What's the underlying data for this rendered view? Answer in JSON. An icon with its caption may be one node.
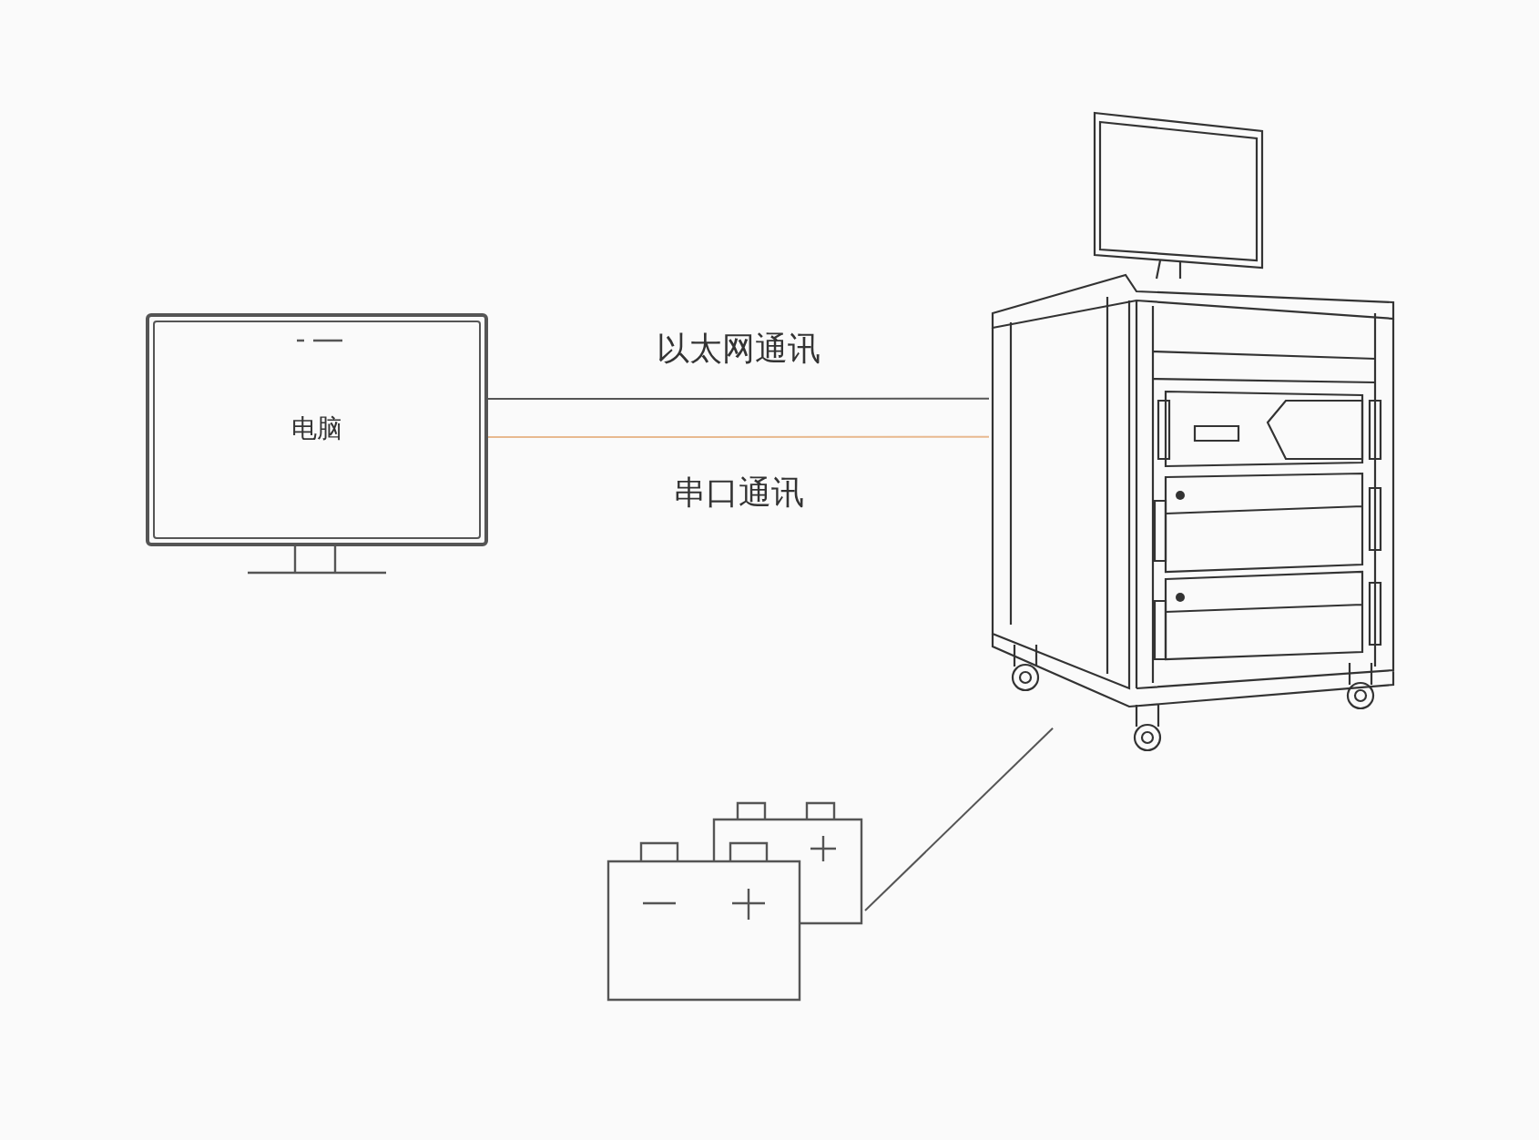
{
  "diagram": {
    "nodes": [
      {
        "text": [
          "电脑"
        ]
      },
      {
        "text": [],
        "shape": "picture"
      },
      {
        "text": [],
        "shape": "picture"
      }
    ],
    "edges": [
      {
        "from": 0,
        "to": 1,
        "arrow": "none",
        "label": "以太网通讯"
      },
      {
        "from": 0,
        "to": 1,
        "arrow": "none",
        "label": "串口通讯",
        "color": "#e8b98f"
      },
      {
        "from": 2,
        "to": 1,
        "arrow": "none"
      }
    ]
  }
}
